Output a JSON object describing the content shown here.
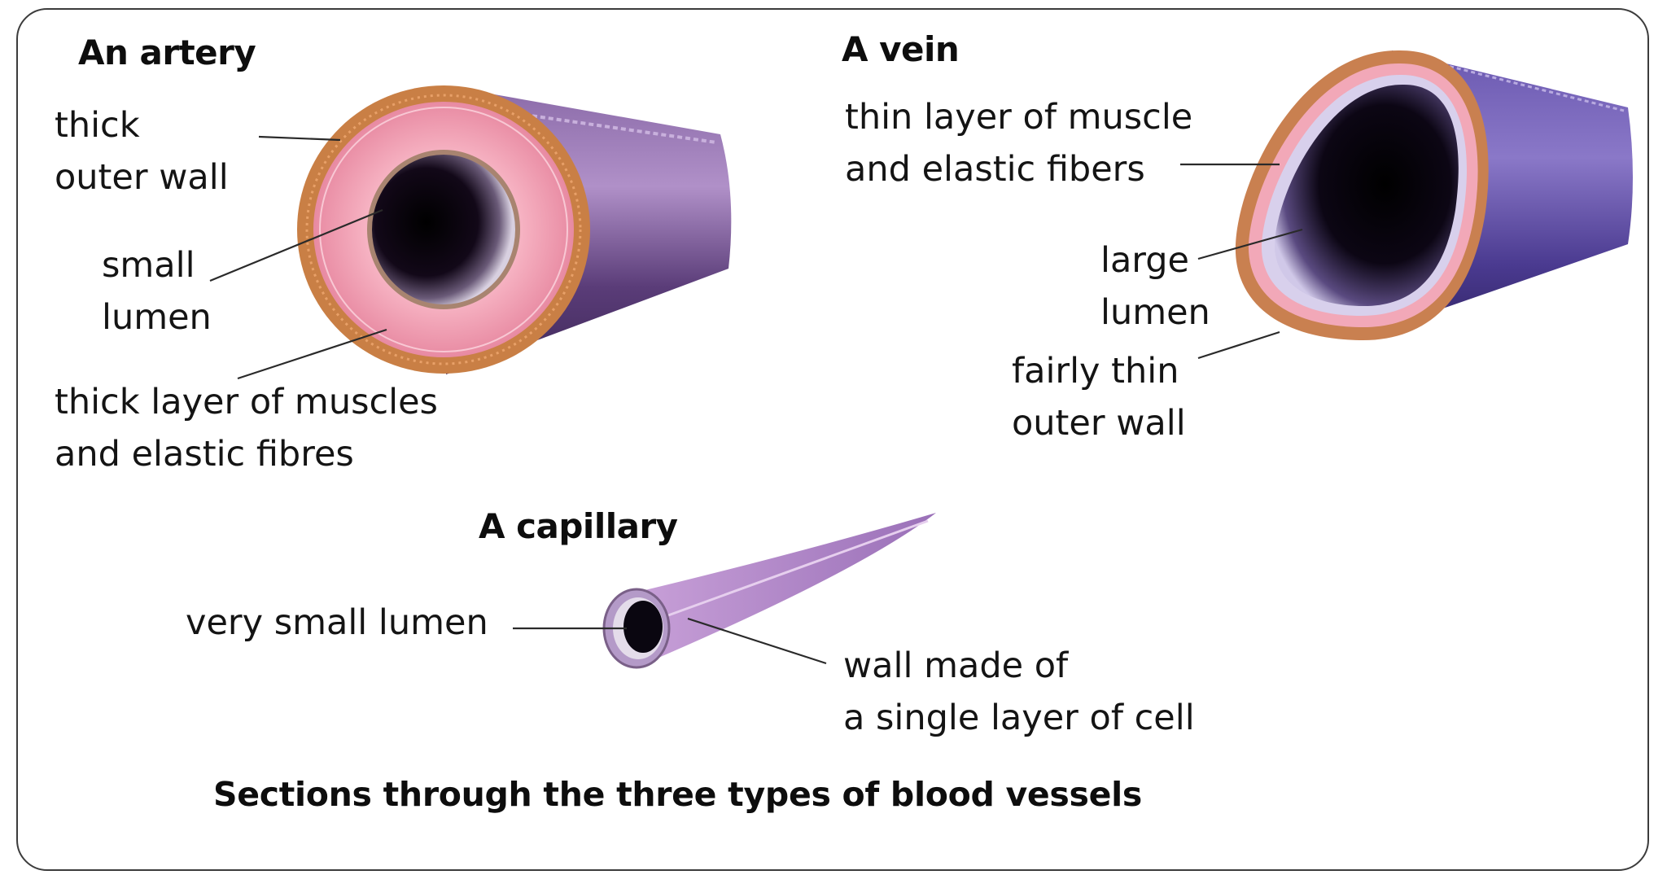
{
  "artery": {
    "title": "An artery",
    "outer_wall": [
      "thick",
      "outer wall"
    ],
    "lumen": [
      "small",
      "lumen"
    ],
    "muscle": [
      "thick layer of muscles",
      "and elastic fibres"
    ]
  },
  "vein": {
    "title": "A vein",
    "muscle": [
      "thin layer of muscle",
      "and elastic fibers"
    ],
    "lumen": [
      "large",
      "lumen"
    ],
    "outer_wall": [
      "fairly thin",
      "outer wall"
    ]
  },
  "capillary": {
    "title": "A capillary",
    "lumen": "very small lumen",
    "wall": [
      "wall made of",
      "a single layer of cell"
    ]
  },
  "caption": "Sections through the three types of blood vessels",
  "colors": {
    "outer_wall": "#c8804a",
    "muscle_layer": "#f0a0b4",
    "vessel_body": "#6a4a8c",
    "lumen": "#050308",
    "frame": "#3c3c3c"
  }
}
